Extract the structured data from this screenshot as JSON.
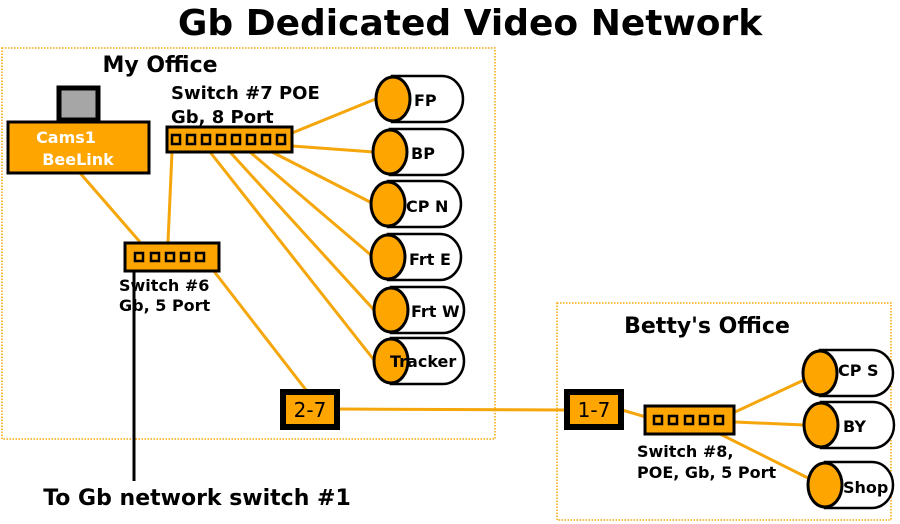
{
  "title": "Gb Dedicated Video Network",
  "zones": {
    "my_office": "My Office",
    "bettys_office": "Betty's Office"
  },
  "devices": {
    "cams1": {
      "line1": "Cams1",
      "line2": "BeeLink"
    },
    "switch7": {
      "line1": "Switch #7 POE",
      "line2": "Gb, 8 Port"
    },
    "switch6": {
      "line1": "Switch  #6",
      "line2": "Gb, 5 Port"
    },
    "switch8": {
      "line1": "Switch  #8,",
      "line2": "POE, Gb, 5 Port"
    },
    "link_left": "2-7",
    "link_right": "1-7"
  },
  "cameras": {
    "fp": "FP",
    "bp": "BP",
    "cpn": "CP N",
    "frte": "Frt E",
    "frtw": "Frt W",
    "tracker": "Tracker",
    "cps": "CP S",
    "by": "BY",
    "shop": "Shop"
  },
  "uplink_label": "To Gb network switch #1",
  "colors": {
    "accent": "#ffa500",
    "wire": "#f5a60a",
    "outline": "#000000"
  }
}
